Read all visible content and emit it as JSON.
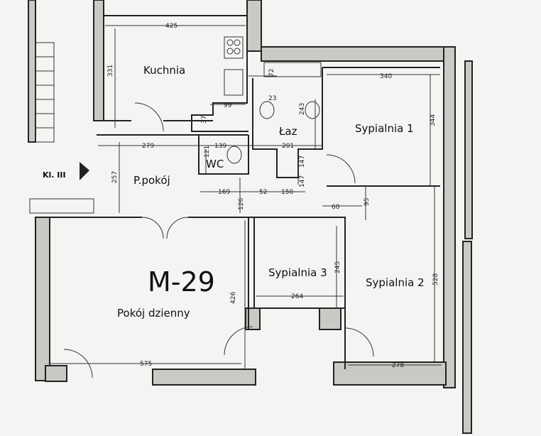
{
  "plan": {
    "unit_label": "M-29",
    "staircase_label": "Kl. III",
    "rooms": {
      "kitchen": "Kuchnia",
      "bathroom": "Łaz",
      "bedroom1": "Sypialnia 1",
      "wc": "WC",
      "hall": "P.pokój",
      "living": "Pokój dzienny",
      "bedroom3": "Sypialnia 3",
      "bedroom2": "Sypialnia 2"
    },
    "dimensions": {
      "kitchen_width": "425",
      "kitchen_height": "331",
      "kitchen_counter": "99",
      "kitchen_gap": "37",
      "bath_tub": "72",
      "bath_23": "23",
      "bath_height": "243",
      "bedroom1_width": "340",
      "bedroom1_height": "344",
      "hall_width": "279",
      "wc_width": "139",
      "bath_width": "201",
      "wc_height": "121",
      "hall_height": "257",
      "bath_door1": "147",
      "bath_door2": "147",
      "dim_169": "169",
      "dim_52": "52",
      "dim_150": "150",
      "dim_126": "126",
      "dim_60": "60",
      "dim_95": "95",
      "bedroom3_height": "245",
      "bedroom3_width": "264",
      "living_height": "426",
      "bedroom2_height": "528",
      "living_width": "575",
      "bedroom2_width": "278"
    }
  }
}
